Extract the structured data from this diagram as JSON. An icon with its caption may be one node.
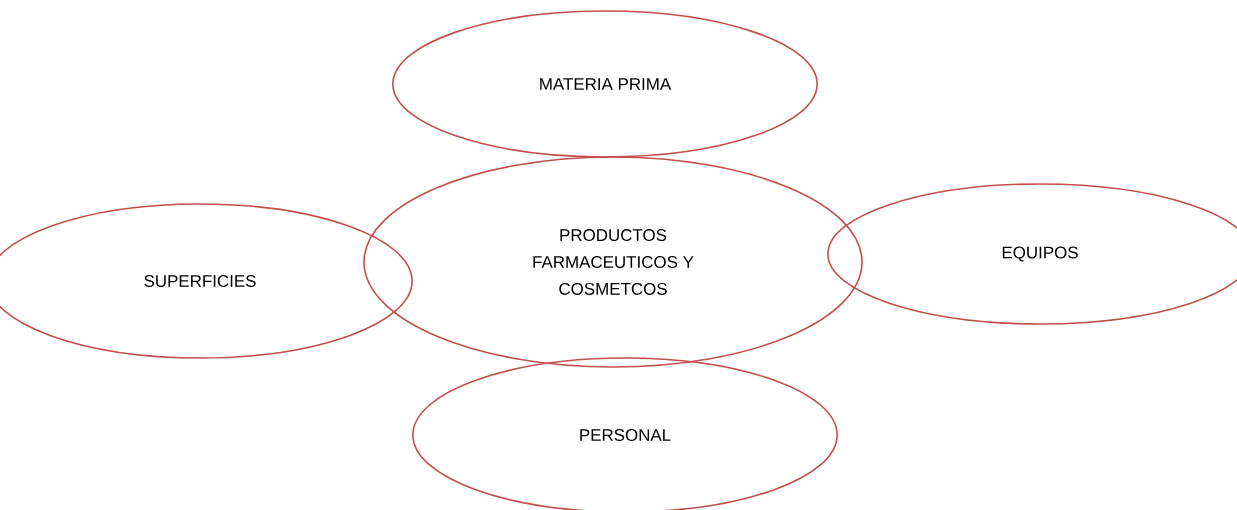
{
  "diagram": {
    "nodes": [
      {
        "text": [
          "MATERIA PRIMA"
        ]
      },
      {
        "text": [
          "SUPERFICIES"
        ]
      },
      {
        "text": [
          "PRODUCTOS FARMACEUTICOS Y COSMETCOS"
        ]
      },
      {
        "text": [
          "EQUIPOS"
        ]
      },
      {
        "text": [
          "PERSONAL"
        ]
      }
    ]
  }
}
